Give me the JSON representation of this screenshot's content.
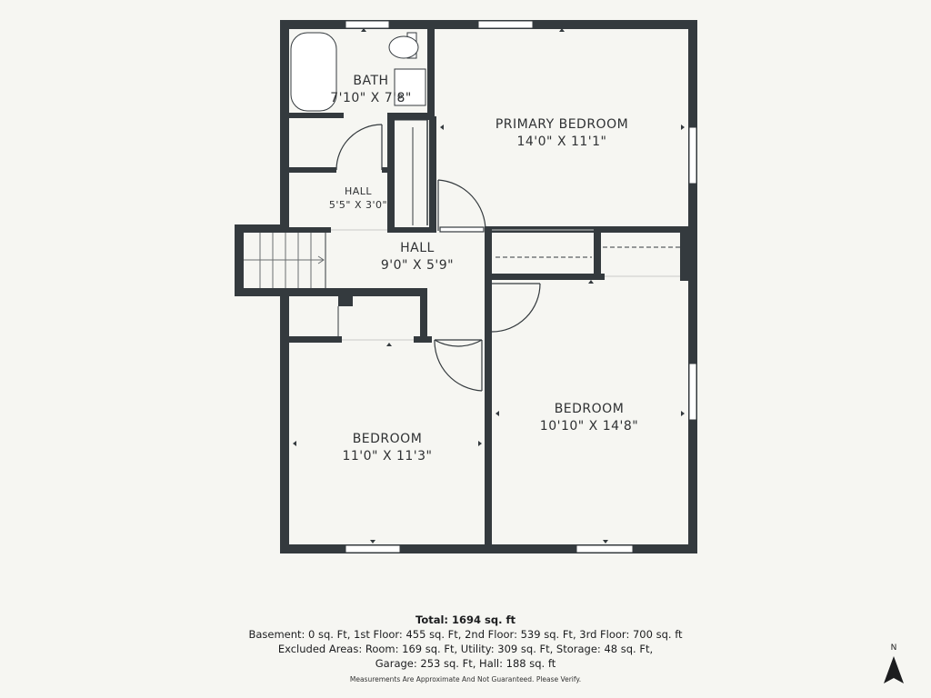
{
  "rooms": {
    "bath": {
      "name": "BATH",
      "dims": "7'10\" X 7'8\""
    },
    "primary": {
      "name": "PRIMARY BEDROOM",
      "dims": "14'0\" X 11'1\""
    },
    "hall_small": {
      "name": "HALL",
      "dims": "5'5\" X 3'0\""
    },
    "hall": {
      "name": "HALL",
      "dims": "9'0\" X 5'9\""
    },
    "bedroom_left": {
      "name": "BEDROOM",
      "dims": "11'0\" X 11'3\""
    },
    "bedroom_right": {
      "name": "BEDROOM",
      "dims": "10'10\" X 14'8\""
    }
  },
  "summary": {
    "total": "Total: 1694 sq. ft",
    "floors": "Basement: 0 sq. Ft, 1st Floor: 455 sq. Ft, 2nd Floor: 539 sq. Ft, 3rd Floor: 700 sq. ft",
    "excluded_1": "Excluded Areas: Room: 169 sq. Ft, Utility: 309 sq. Ft, Storage: 48 sq. Ft,",
    "excluded_2": "Garage: 253 sq. Ft, Hall: 188 sq. ft",
    "disclaimer": "Measurements Are Approximate And Not Guaranteed. Please Verify."
  },
  "compass": {
    "label": "N"
  },
  "colors": {
    "wall": "#343a3e",
    "floor": "#f6f6f2",
    "fixture": "#ffffff"
  }
}
